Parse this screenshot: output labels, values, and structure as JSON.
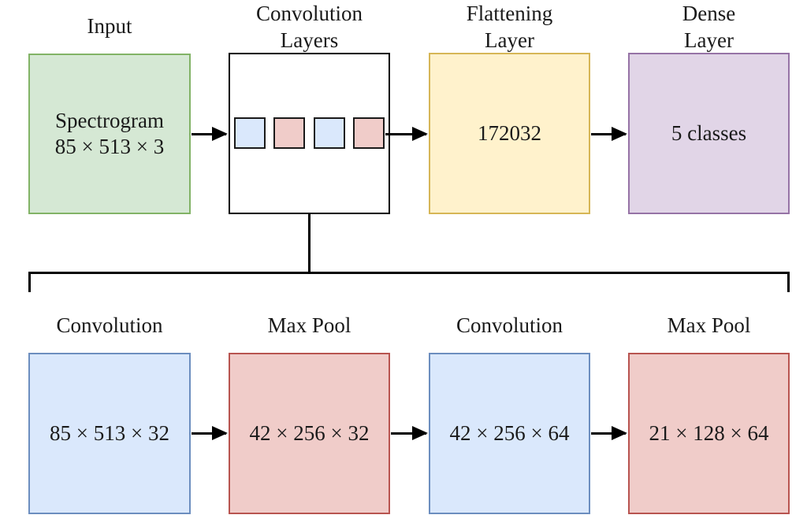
{
  "top_row": {
    "input": {
      "title": "Input",
      "line1": "Spectrogram",
      "line2": "85 × 513 × 3"
    },
    "conv_layers": {
      "title_line1": "Convolution",
      "title_line2": "Layers"
    },
    "flatten": {
      "title_line1": "Flattening",
      "title_line2": "Layer",
      "value": "172032"
    },
    "dense": {
      "title_line1": "Dense",
      "title_line2": "Layer",
      "value": "5 classes"
    }
  },
  "bottom_row": {
    "conv1": {
      "title": "Convolution",
      "value": "85 × 513 × 32"
    },
    "pool1": {
      "title": "Max Pool",
      "value": "42 × 256 × 32"
    },
    "conv2": {
      "title": "Convolution",
      "value": "42 × 256 × 64"
    },
    "pool2": {
      "title": "Max Pool",
      "value": "21 × 128 × 64"
    }
  },
  "colors": {
    "input_fill": "#d5e8d4",
    "input_border": "#82b366",
    "flatten_fill": "#fff2cc",
    "flatten_border": "#d6b656",
    "dense_fill": "#e1d5e7",
    "dense_border": "#9673a6",
    "conv_fill": "#dae8fc",
    "conv_border": "#6c8ebf",
    "pool_fill": "#f0ccc9",
    "pool_border": "#b85450"
  }
}
